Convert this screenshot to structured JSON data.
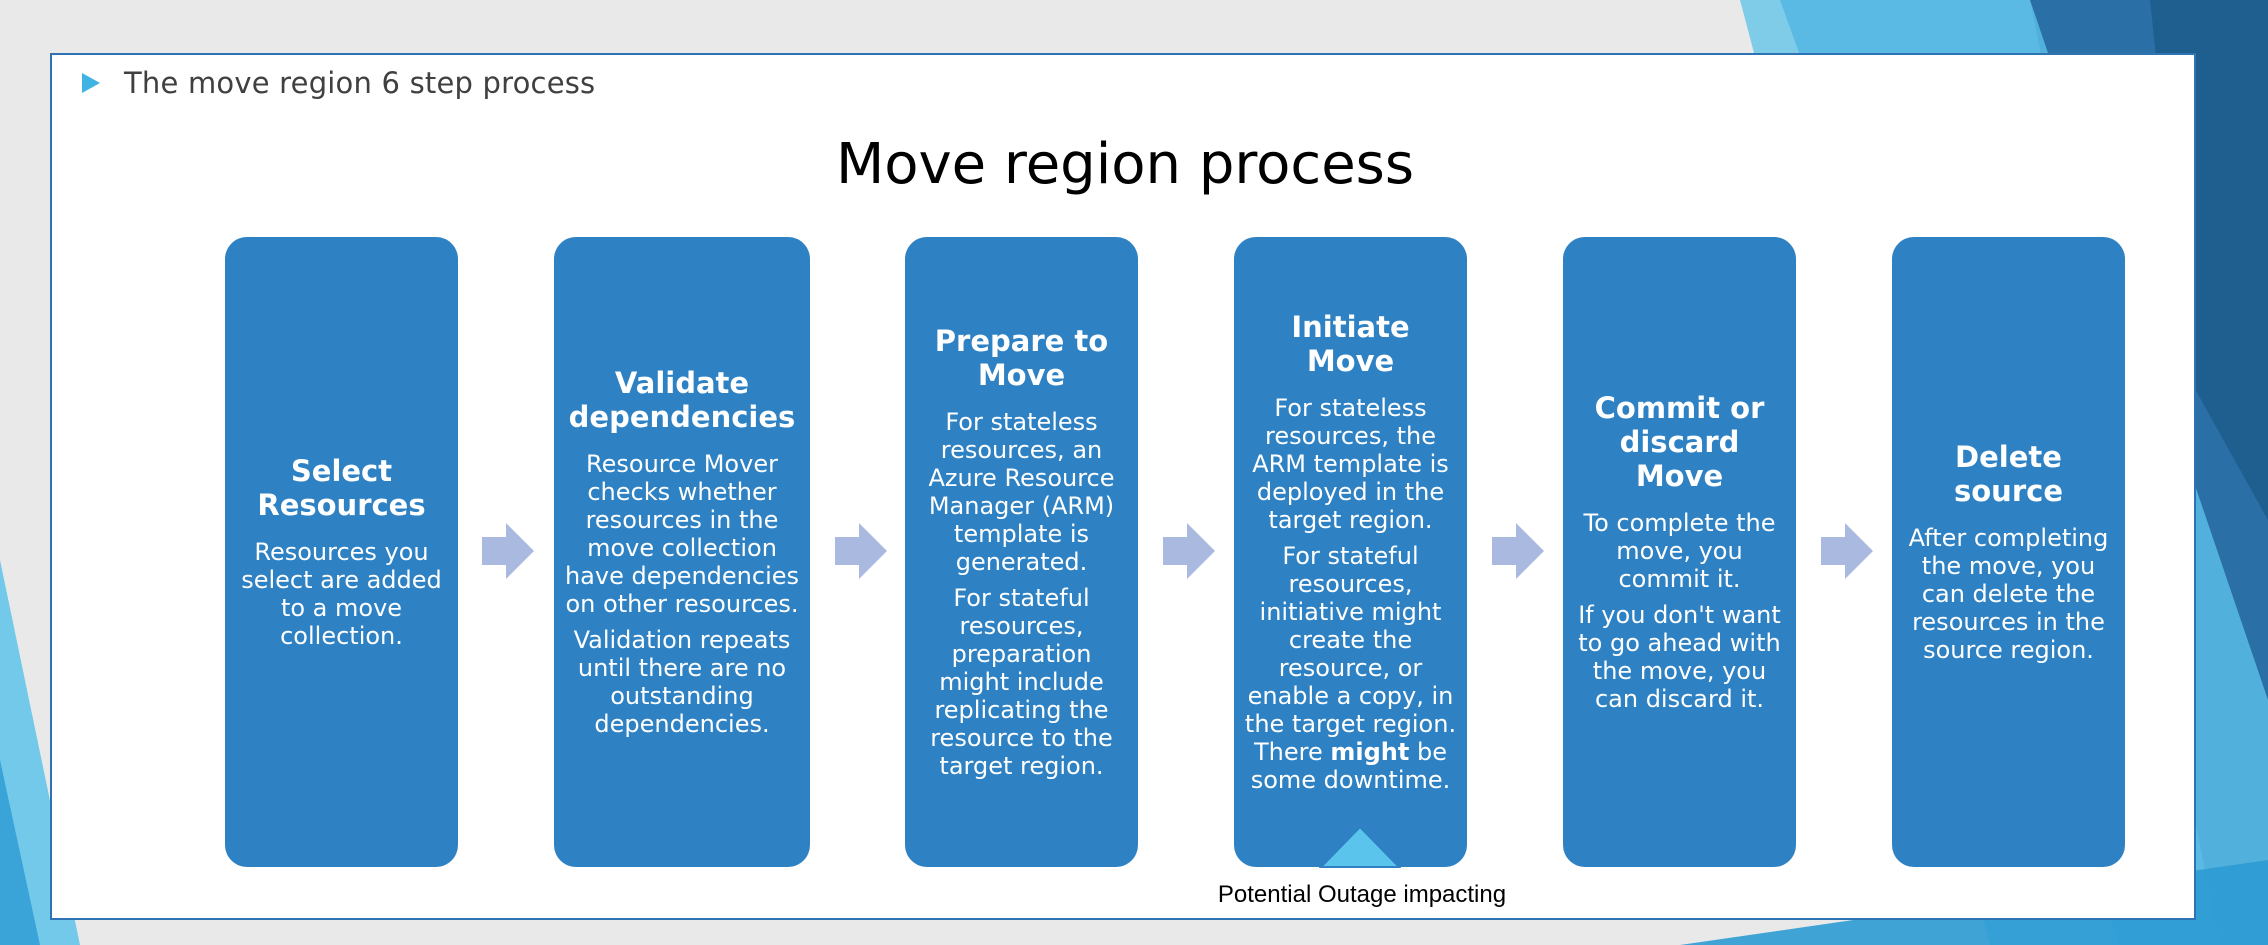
{
  "bullet": {
    "text": "The move region 6 step process"
  },
  "title": "Move region process",
  "steps": [
    {
      "title": "Select Resources",
      "paragraphs": [
        "Resources you select are added to a move collection."
      ]
    },
    {
      "title": "Validate dependencies",
      "paragraphs": [
        "Resource Mover checks whether resources in the move collection have dependencies on other resources.",
        "Validation repeats until there are no outstanding dependencies."
      ]
    },
    {
      "title": "Prepare to Move",
      "paragraphs": [
        "For stateless resources, an Azure Resource Manager (ARM) template is generated.",
        "For stateful resources, preparation might include replicating the resource to the target region."
      ]
    },
    {
      "title": "Initiate Move",
      "paragraphs": [
        "For stateless resources, the ARM template is deployed in the target region.",
        "For stateful resources, initiative might create the resource, or enable a copy, in the target region. There",
        "might",
        "be some downtime."
      ]
    },
    {
      "title": "Commit or discard Move",
      "paragraphs": [
        "To complete the move, you commit it.",
        "If you don't want to go ahead with the move, you can discard it."
      ]
    },
    {
      "title": "Delete source",
      "paragraphs": [
        "After completing the move, you can delete the resources in the source region."
      ]
    }
  ],
  "outage": {
    "label": "Potential Outage impacting"
  },
  "colors": {
    "step_fill": "#2e81c3",
    "arrow_fill": "#aab9e0",
    "outage_marker": "#5bc4ec",
    "bullet": "#3fb3e2",
    "frame": "#2e74b5"
  }
}
